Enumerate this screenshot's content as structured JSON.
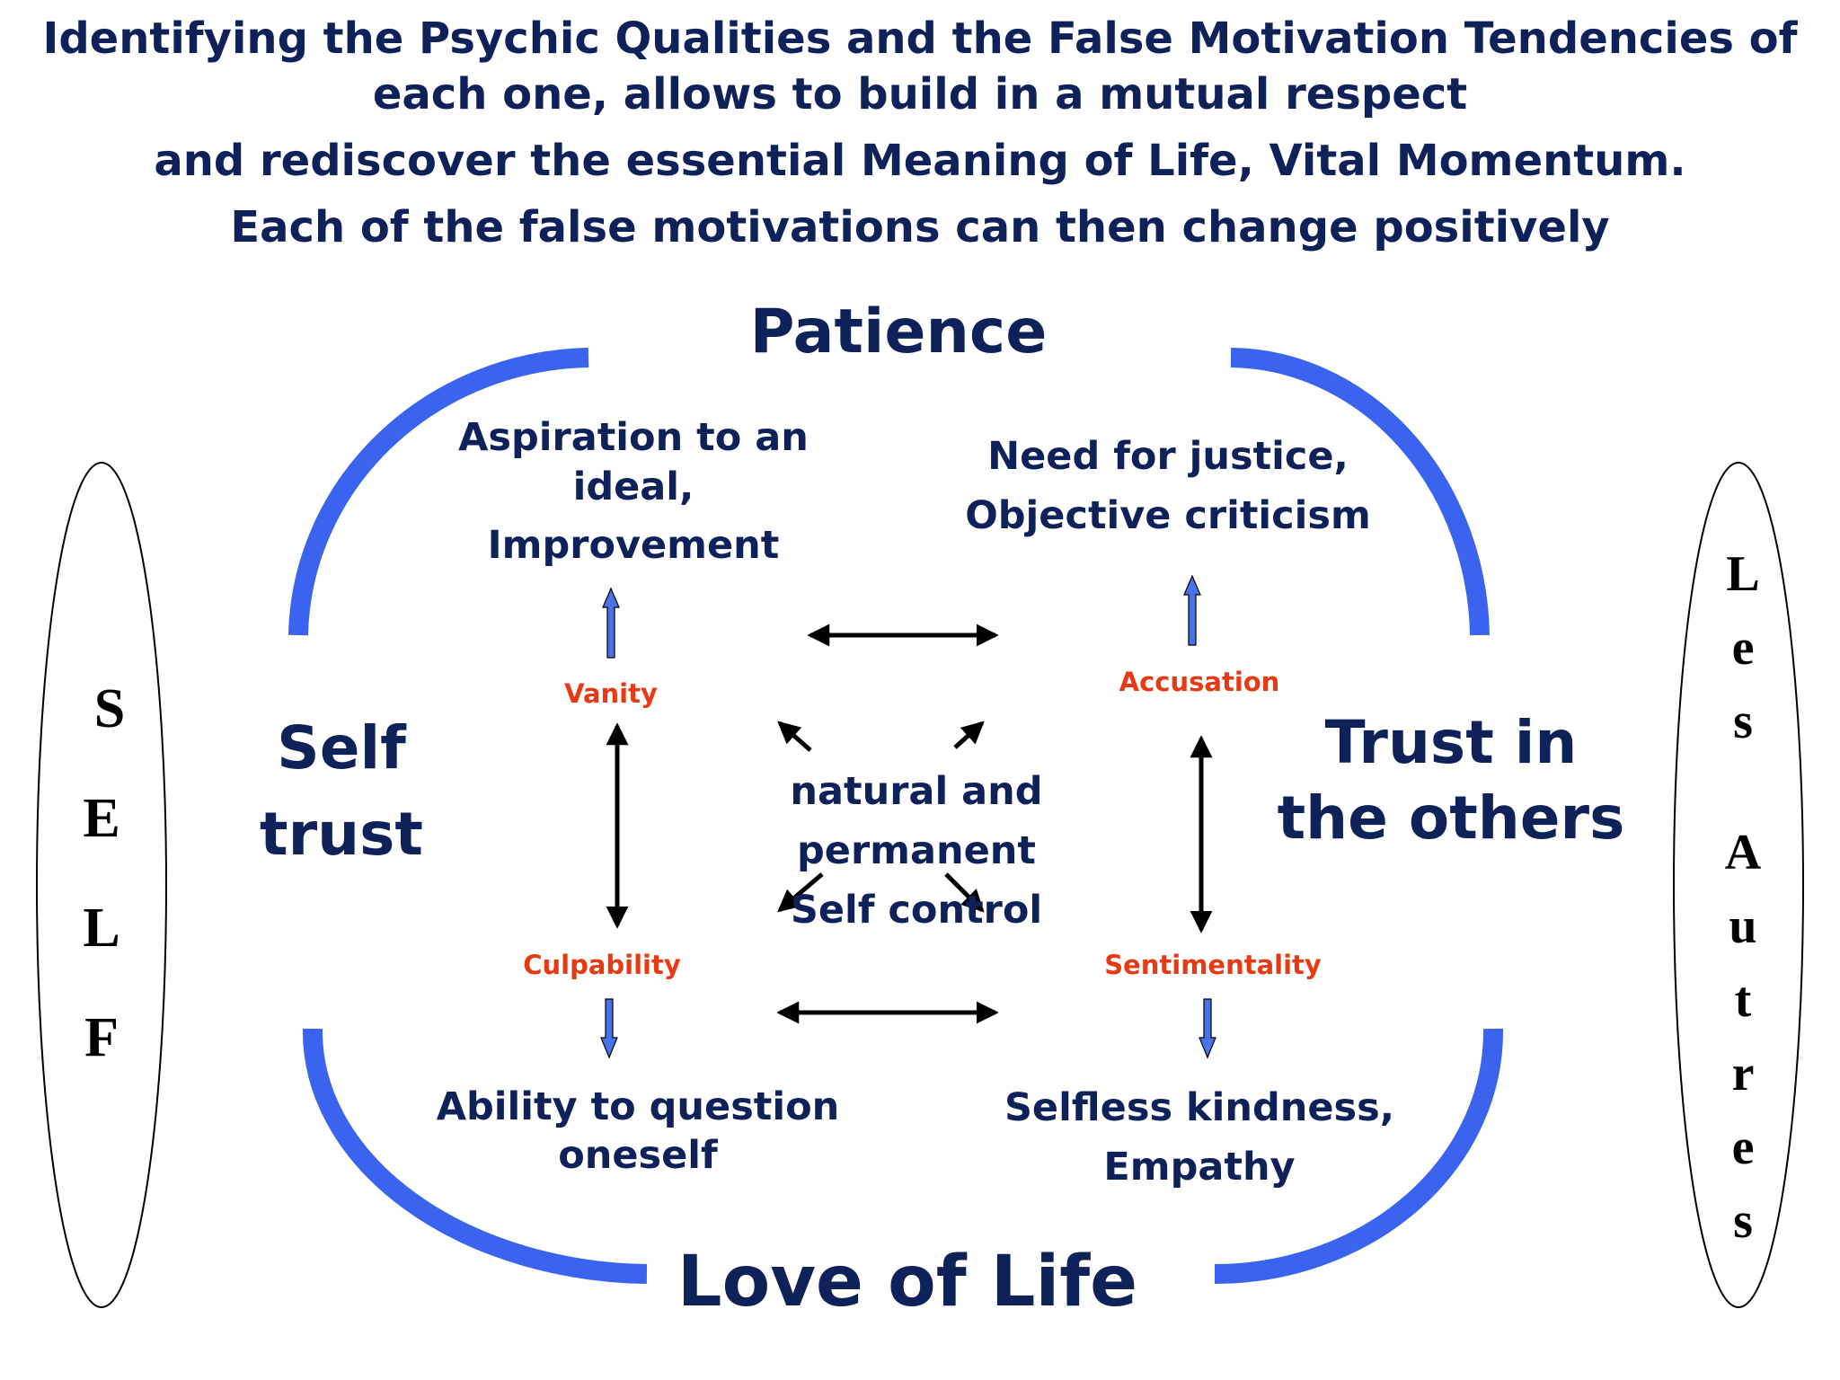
{
  "header": {
    "line1": "Identifying the Psychic Qualities and the False Motivation Tendencies of",
    "line2": "each one, allows to build in a mutual respect",
    "line3": "and rediscover the essential Meaning of Life, Vital Momentum.",
    "line4": "Each of the false motivations can then change positively"
  },
  "poles": {
    "top": "Patience",
    "bottom": "Love of Life",
    "left": [
      "Self",
      "trust"
    ],
    "right": [
      "Trust in",
      "the others"
    ]
  },
  "qualities": {
    "top_left": [
      "Aspiration to an",
      "ideal,",
      "Improvement"
    ],
    "top_right": [
      "Need for justice,",
      "Objective criticism"
    ],
    "bottom_left": [
      "Ability to question",
      "oneself"
    ],
    "bottom_right": [
      "Selfless kindness,",
      "Empathy"
    ]
  },
  "false_motivations": {
    "top_left": "Vanity",
    "top_right": "Accusation",
    "bottom_left": "Culpability",
    "bottom_right": "Sentimentality"
  },
  "center": [
    "natural and permanent",
    "Self control"
  ],
  "side_labels": {
    "left": [
      "S",
      "E",
      "L",
      "F"
    ],
    "right": [
      "L",
      "e",
      "s",
      "A",
      "u",
      "t",
      "r",
      "e",
      "s"
    ]
  },
  "colors": {
    "title_text": "#0f2159",
    "arc_blue": "#3a63f0",
    "false_motivation_red": "#e83a12",
    "small_arrow_blue": "#4a72e8"
  }
}
